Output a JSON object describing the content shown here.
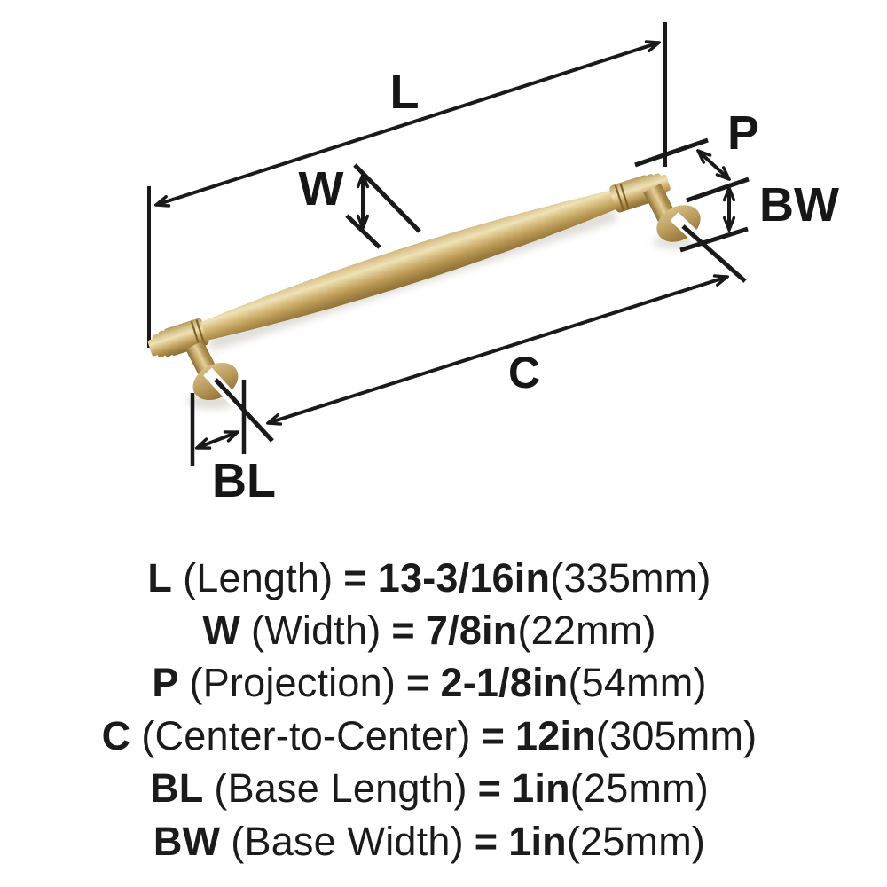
{
  "diagram": {
    "labels": {
      "length": "L",
      "width": "W",
      "projection": "P",
      "base_width": "BW",
      "center_to_center": "C",
      "base_length": "BL"
    },
    "colors": {
      "line": "#1a1a1a",
      "gold_light": "#efe2b6",
      "gold_mid": "#c9a863",
      "gold_dark": "#8f7136",
      "background": "#ffffff"
    }
  },
  "specs": {
    "rows": [
      {
        "label": "L",
        "name": "(Length)",
        "eq": "=",
        "value": "13-3/16in",
        "metric": "(335mm)"
      },
      {
        "label": "W",
        "name": "(Width)",
        "eq": "=",
        "value": "7/8in",
        "metric": "(22mm)"
      },
      {
        "label": "P",
        "name": "(Projection)",
        "eq": "=",
        "value": "2-1/8in",
        "metric": "(54mm)"
      },
      {
        "label": "C",
        "name": "(Center-to-Center)",
        "eq": "=",
        "value": "12in",
        "metric": "(305mm)"
      },
      {
        "label": "BL",
        "name": "(Base Length)",
        "eq": "=",
        "value": "1in",
        "metric": "(25mm)"
      },
      {
        "label": "BW",
        "name": "(Base Width)",
        "eq": "=",
        "value": "1in",
        "metric": "(25mm)"
      }
    ]
  }
}
